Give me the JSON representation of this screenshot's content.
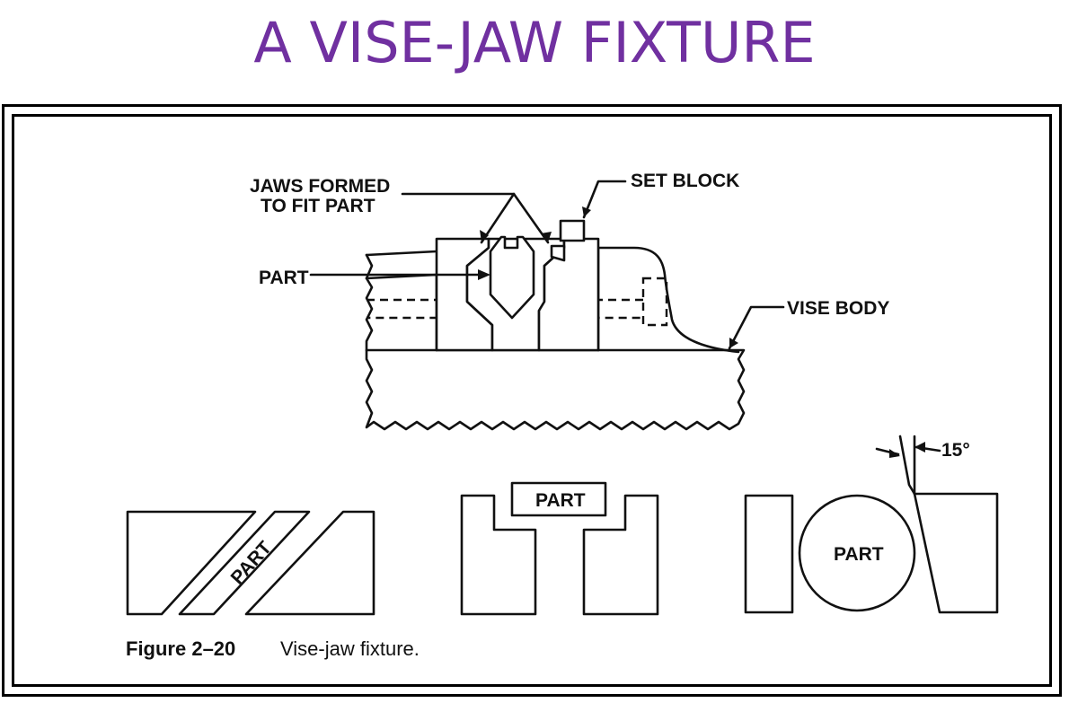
{
  "title": "A VISE-JAW FIXTURE",
  "labels": {
    "jaws_formed_line1": "JAWS FORMED",
    "jaws_formed_line2": "TO FIT PART",
    "set_block": "SET BLOCK",
    "part_main": "PART",
    "vise_body": "VISE BODY",
    "part_diagonal": "PART",
    "part_center": "PART",
    "part_round": "PART",
    "angle": "15°"
  },
  "caption": {
    "figure": "Figure 2–20",
    "text": "Vise-jaw fixture."
  },
  "colors": {
    "title": "#7030a0",
    "line": "#111111",
    "frame": "#000000"
  }
}
